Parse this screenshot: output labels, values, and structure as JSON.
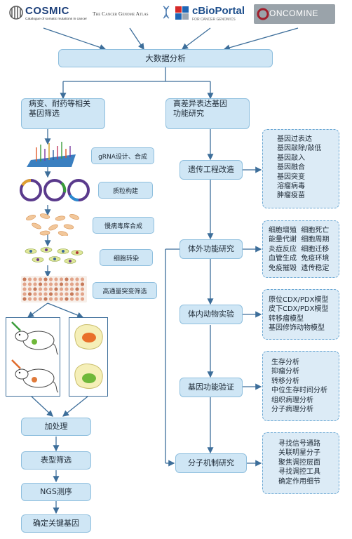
{
  "logos": {
    "cosmic": "COSMIC",
    "cosmic_sub": "Catalogue of somatic mutations in cancer",
    "tcga": "The Cancer Genome Atlas",
    "cbio": "cBioPortal",
    "cbio_sub": "FOR CANCER GENOMICS",
    "oncomine": "ONCOMINE"
  },
  "center": {
    "big_data": "大数据分析"
  },
  "left": {
    "top_line1": "病变、耐药等相关",
    "top_line2": "基因筛选",
    "steps": [
      "gRNA设计、合成",
      "质粒构建",
      "慢病毒库合成",
      "细胞转染",
      "高通量突变筛选"
    ],
    "process": [
      "加处理",
      "表型筛选",
      "NGS测序",
      "确定关键基因"
    ]
  },
  "right": {
    "top_line1": "高差异表达基因",
    "top_line2": "功能研究",
    "nodes": [
      "遗传工程改造",
      "体外功能研究",
      "体内动物实验",
      "基因功能验证",
      "分子机制研究"
    ],
    "details": {
      "genetic": [
        "基因过表达",
        "基因敲除/敲低",
        "基因敲入",
        "基因融合",
        "基因突变",
        "溶瘤病毒",
        "肿瘤疫苗"
      ],
      "invitro": [
        [
          "细胞增殖",
          "细胞死亡"
        ],
        [
          "能量代谢",
          "细胞周期"
        ],
        [
          "炎症反应",
          "细胞迁移"
        ],
        [
          "血管生成",
          "免疫环境"
        ],
        [
          "免疫摧毁",
          "遗传稳定"
        ]
      ],
      "invivo": [
        "原位CDX/PDX模型",
        "皮下CDX/PDX模型",
        "转移瘤模型",
        "基因修饰动物模型"
      ],
      "validation": [
        "生存分析",
        "抑瘤分析",
        "转移分析",
        "中位生存时间分析",
        "组织病理分析",
        "分子病理分析"
      ],
      "mechanism": [
        "寻找信号通路",
        "关联明星分子",
        "聚焦调控层面",
        "寻找调控工具",
        "确定作用细节"
      ]
    }
  },
  "colors": {
    "box_fill": "#cfe6f5",
    "box_border": "#8fbfde",
    "line": "#3d6e9a",
    "dash_border": "#6aa7d3"
  }
}
